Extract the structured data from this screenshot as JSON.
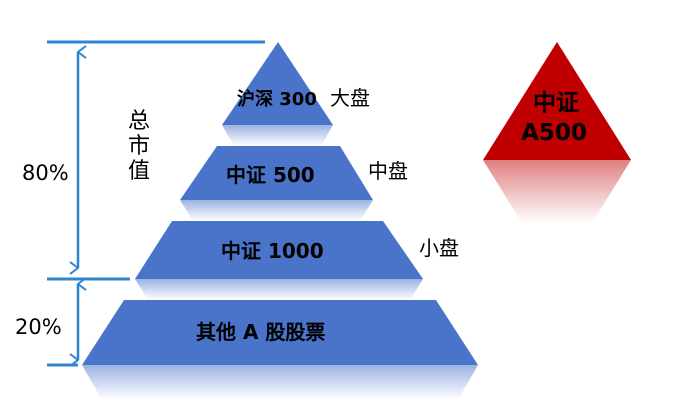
{
  "pyramid": {
    "tiers": [
      {
        "label": "沪深 300",
        "side_label": "大盘"
      },
      {
        "label": "中证 500",
        "side_label": "中盘"
      },
      {
        "label": "中证 1000",
        "side_label": "小盘"
      },
      {
        "label": "其他 A 股股票",
        "side_label": ""
      }
    ]
  },
  "axis": {
    "title_chars": [
      "总",
      "市",
      "值"
    ],
    "upper_pct": "80%",
    "lower_pct": "20%"
  },
  "highlight": {
    "line1": "中证",
    "line2": "A500"
  },
  "colors": {
    "tier_fill": "#4a74c9",
    "highlight_fill": "#c00000",
    "axis_line": "#2e86d1"
  }
}
